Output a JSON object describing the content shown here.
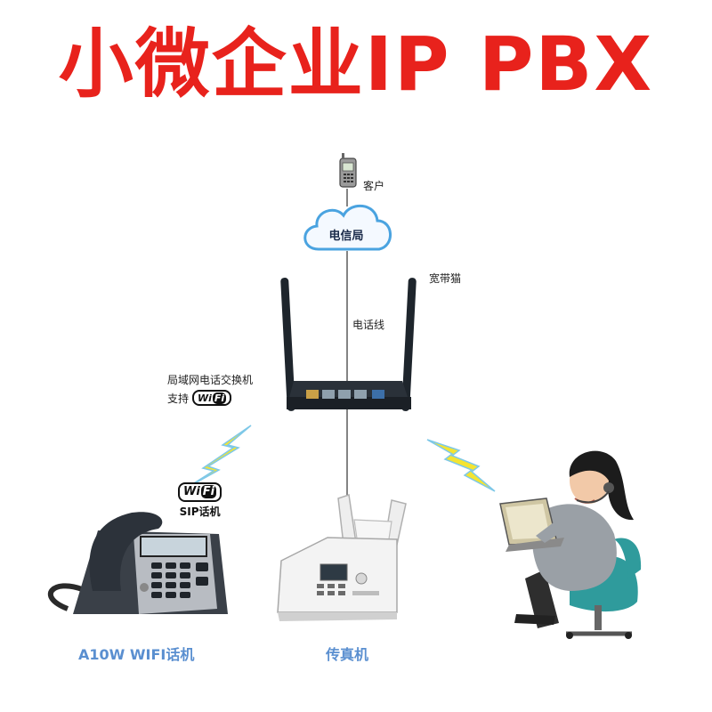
{
  "title": "小微企业IP PBX",
  "labels": {
    "customer": "客户",
    "telecom_office": "电信局",
    "broadband_modem": "宽带猫",
    "phone_line": "电话线",
    "lan_pbx": "局域网电话交换机",
    "support": "支持",
    "sip_phone": "SIP话机"
  },
  "wifi_badge": {
    "wi": "Wi",
    "fi": "Fi"
  },
  "captions": {
    "desk_phone": "A10W WIFI话机",
    "fax": "传真机"
  },
  "colors": {
    "title": "#e8221c",
    "caption": "#5a8fd0",
    "line": "#333333",
    "cloud_fill": "#f4f9ff",
    "cloud_stroke": "#4aa3e0",
    "lightning": "#f4e431",
    "lightning_edge": "#7ec8e8",
    "device_dark": "#222a33",
    "shirt": "#9aa0a6",
    "chair": "#2f9b9c"
  }
}
